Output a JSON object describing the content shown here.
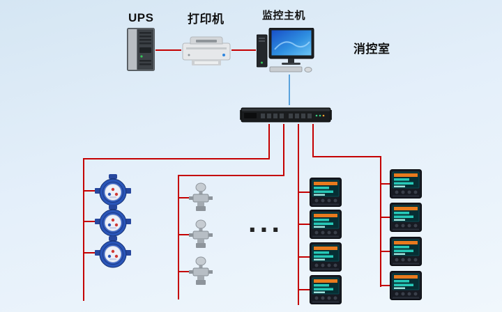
{
  "diagram": {
    "labels": {
      "ups": "UPS",
      "printer": "打印机",
      "host": "监控主机",
      "control_room": "消控室",
      "ellipsis": "..."
    },
    "colors": {
      "line_red": "#c40000",
      "line_blue": "#5aa2dc",
      "bg_top": "#d5e6f3",
      "bg_bottom": "#f0f7fc"
    }
  }
}
